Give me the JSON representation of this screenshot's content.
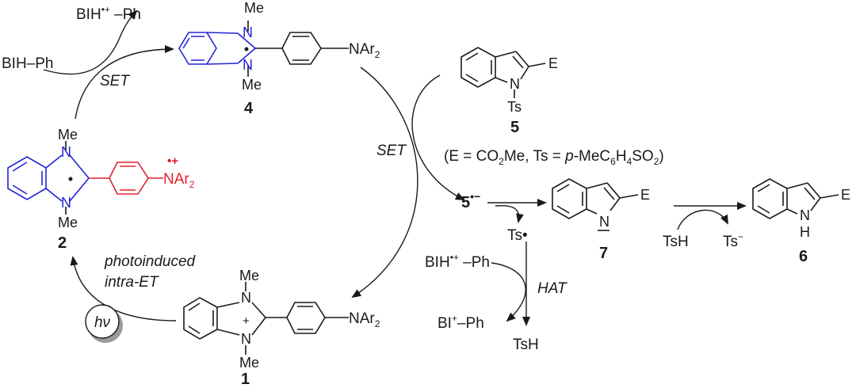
{
  "colors": {
    "ink": "#1a1a1a",
    "blue": "#2323d8",
    "red": "#e0202a",
    "hv_fill": "#ffffff",
    "hv_shadow": "#9a9a9a"
  },
  "reagents": {
    "bih_radical_cation": "BIH",
    "bih_radical_cation_charge": "•+",
    "bih_ph_tail": " –Ph",
    "bih_ph": "BIH–Ph",
    "bi_plus": "BI",
    "bi_plus_charge": "+",
    "bi_ph_tail": "–Ph",
    "ts_radical": "Ts•",
    "tsh": "TsH",
    "tsh_bottom": "TsH",
    "ts_minus": "Ts",
    "ts_minus_charge": "−"
  },
  "steps": {
    "set_top": "SET",
    "set_middle": "SET",
    "hat": "HAT",
    "photo_line1": "photoinduced",
    "photo_line2": "intra-ET",
    "hv": "hν"
  },
  "atoms": {
    "N": "N",
    "Me": "Me",
    "NAr": "NAr",
    "NAr_sub": "2",
    "E": "E",
    "Ts": "Ts",
    "NH_N": "N",
    "NH_H": "H",
    "plus": "+",
    "dot": "•",
    "radical_cation": "•+"
  },
  "compounds": {
    "c1": "1",
    "c2": "2",
    "c4": "4",
    "c5": "5",
    "c6": "6",
    "c7": "7",
    "c5_anion": "5",
    "c5_anion_charge": "•−"
  },
  "definition": {
    "open": "(E = CO",
    "sub2a": "2",
    "me_ts": "Me, Ts = ",
    "p": "p",
    "mec": "-MeC",
    "sub6": "6",
    "h": "H",
    "sub4": "4",
    "so": "SO",
    "sub2b": "2",
    "close": ")"
  }
}
